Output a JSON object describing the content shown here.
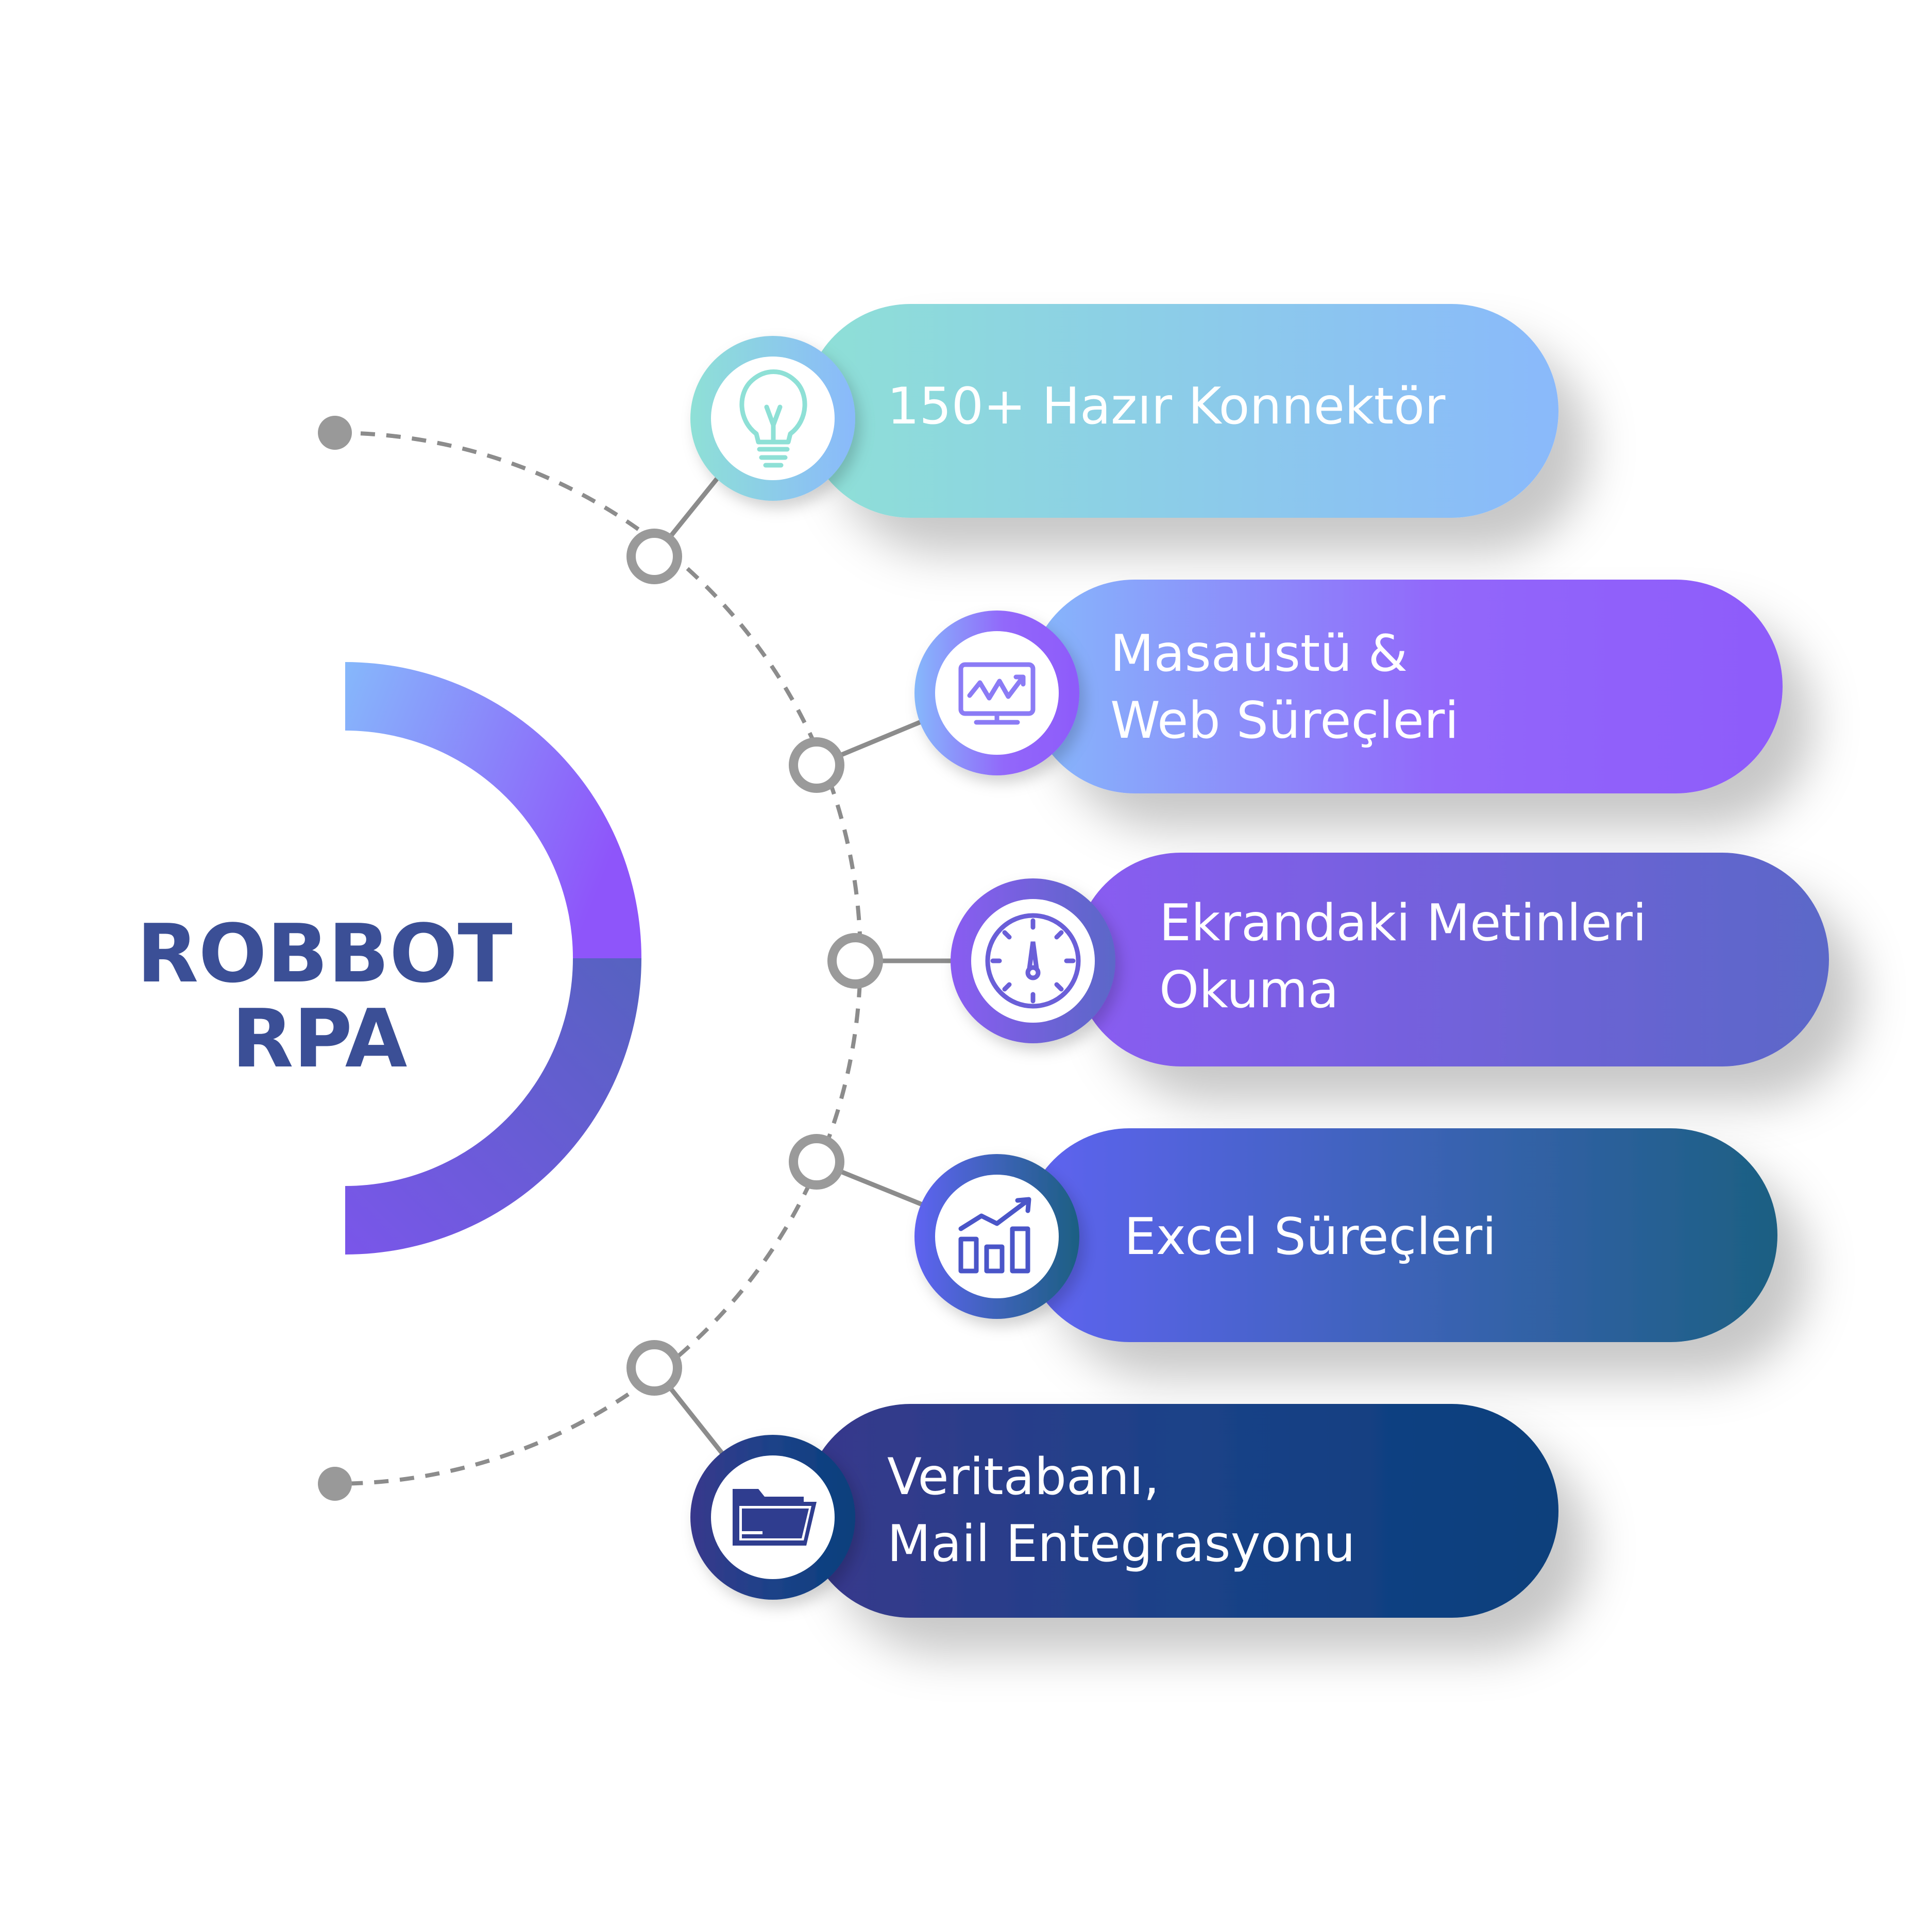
{
  "title": {
    "line1": "ROBBOT",
    "line2": "RPA"
  },
  "colors": {
    "title": "#3b4f96",
    "connector": "#8c8c8c",
    "node": "#9a9a9a"
  },
  "items": [
    {
      "lines": [
        "150+ Hazır Konnektör"
      ],
      "icon": "lightbulb-icon",
      "gradient": [
        "#8ee0d6",
        "#8ab9fb"
      ]
    },
    {
      "lines": [
        "Masaüstü &",
        "Web Süreçleri"
      ],
      "icon": "monitor-chart-icon",
      "gradient": [
        "#86b8fb",
        "#8e5bfa"
      ]
    },
    {
      "lines": [
        "Ekrandaki Metinleri",
        "Okuma"
      ],
      "icon": "gauge-icon",
      "gradient": [
        "#8a5cf2",
        "#5b67c8"
      ]
    },
    {
      "lines": [
        "Excel Süreçleri"
      ],
      "icon": "growth-chart-icon",
      "gradient": [
        "#5f63f2",
        "#1c5f82"
      ]
    },
    {
      "lines": [
        "Veritabanı,",
        "Mail Entegrasyonu"
      ],
      "icon": "folder-icon",
      "gradient": [
        "#38388c",
        "#083f7c"
      ]
    }
  ]
}
